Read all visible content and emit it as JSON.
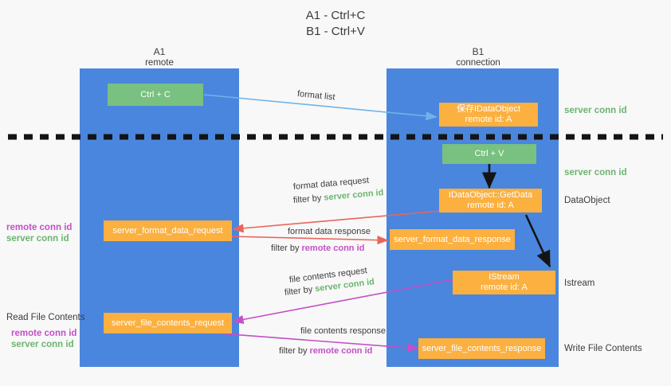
{
  "title": {
    "line1": "A1 - Ctrl+C",
    "line2": "B1 - Ctrl+V"
  },
  "columns": {
    "left": {
      "name": "A1",
      "sub": "remote"
    },
    "right": {
      "name": "B1",
      "sub": "connection"
    }
  },
  "boxes": {
    "ctrl_c": {
      "line1": "Ctrl + C",
      "line2": ""
    },
    "save_idataobject": {
      "line1": "保存IDataObject",
      "line2": "remote id: A"
    },
    "ctrl_v": {
      "line1": "Ctrl + V",
      "line2": ""
    },
    "idataobject_getdata": {
      "line1": "IDataObject::GetData",
      "line2": "remote id: A"
    },
    "server_format_data_request": {
      "line1": "server_format_data_request",
      "line2": ""
    },
    "server_format_data_response": {
      "line1": "server_format_data_response",
      "line2": ""
    },
    "istream": {
      "line1": "IStream",
      "line2": "remote id: A"
    },
    "server_file_contents_request": {
      "line1": "server_file_contents_request",
      "line2": ""
    },
    "server_file_contents_response": {
      "line1": "server_file_contents_response",
      "line2": ""
    }
  },
  "edge_labels": {
    "format_list": {
      "text": "format list"
    },
    "format_data_request": {
      "text": "format data request"
    },
    "format_data_request_filter": {
      "prefix": "filter by ",
      "token": "server conn id"
    },
    "format_data_response": {
      "text": "format data response"
    },
    "format_data_response_filter": {
      "prefix": "filter by ",
      "token": "remote conn id"
    },
    "file_contents_request": {
      "text": "file contents request"
    },
    "file_contents_request_filter": {
      "prefix": "filter by ",
      "token": "server conn id"
    },
    "file_contents_response": {
      "text": "file contents response"
    },
    "file_contents_response_filter": {
      "prefix": "filter by ",
      "token": "remote conn id"
    }
  },
  "right_labels": {
    "server_conn_id_top": "server conn id",
    "server_conn_id_second": "server conn id",
    "dataobject": "DataObject",
    "istream": "Istream",
    "write_file_contents": "Write File Contents"
  },
  "left_labels": {
    "remote_conn_id_1": "remote conn id",
    "server_conn_id_1": "server conn id",
    "read_file_contents": "Read File Contents",
    "remote_conn_id_2": "remote conn id",
    "server_conn_id_2": "server conn id"
  },
  "colors": {
    "lane": "#4a86dd",
    "orange": "#fbb040",
    "green_box": "#78c180",
    "green_text": "#6cb46f",
    "magenta": "#c44fc7",
    "red_arrow": "#e8655c",
    "blue_arrow": "#6fb4e8",
    "black": "#141414"
  }
}
